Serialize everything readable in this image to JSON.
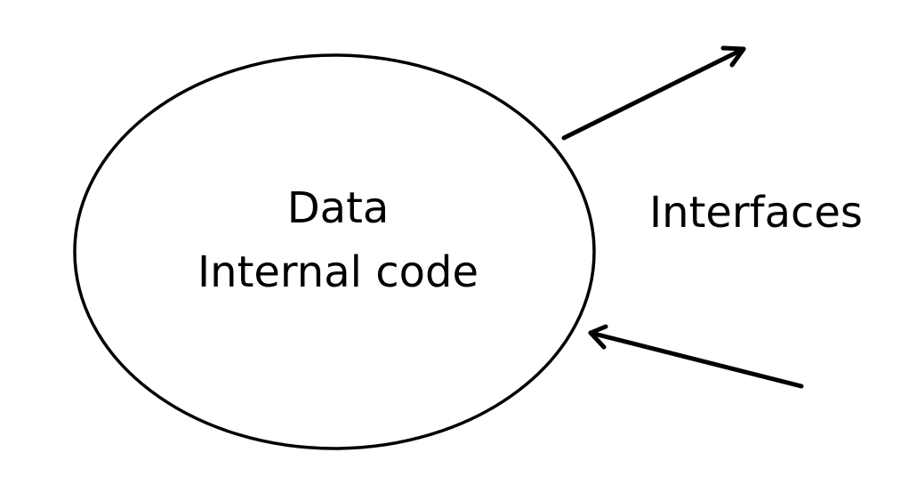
{
  "diagram": {
    "center_lines": [
      "Data",
      "Internal code"
    ],
    "side_label": "Interfaces",
    "stroke_color": "#000000",
    "background_color": "#ffffff"
  }
}
